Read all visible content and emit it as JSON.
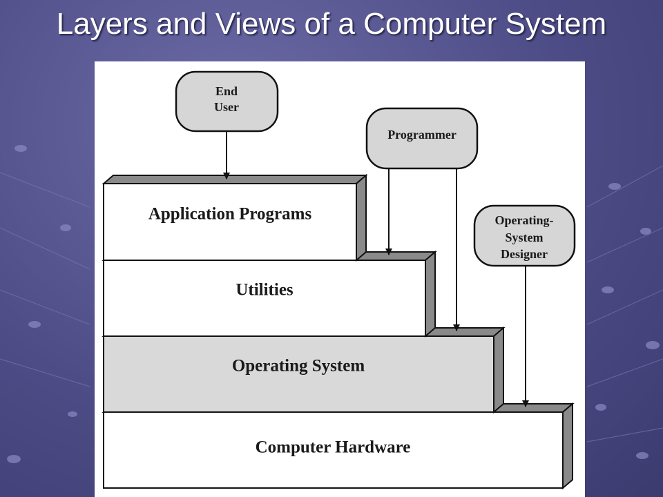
{
  "slide": {
    "title": "Layers and Views of a Computer System"
  },
  "diagram": {
    "layers": [
      {
        "label": "Application Programs"
      },
      {
        "label": "Utilities"
      },
      {
        "label": "Operating System"
      },
      {
        "label": "Computer Hardware"
      }
    ],
    "actors": {
      "end_user": [
        "End",
        "User"
      ],
      "programmer": [
        "Programmer"
      ],
      "os_designer": [
        "Operating-",
        "System",
        "Designer"
      ]
    }
  },
  "colors": {
    "background": "#4d4c86",
    "title": "#ffffff",
    "layer_fill": "#ffffff",
    "os_layer_fill": "#d9d9d9",
    "actor_fill": "#d6d6d6",
    "side_shade": "#8a8a8a"
  }
}
